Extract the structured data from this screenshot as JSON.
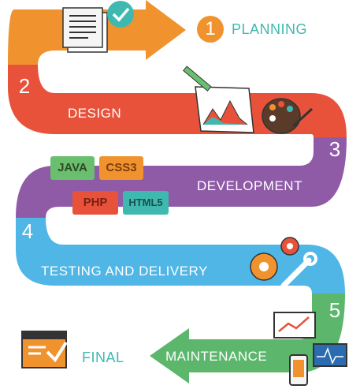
{
  "steps": [
    {
      "num": "1",
      "label": "PLANNING",
      "color": "#f0932f"
    },
    {
      "num": "2",
      "label": "DESIGN",
      "color": "#e8523a"
    },
    {
      "num": "3",
      "label": "DEVELOPMENT",
      "color": "#8f5aa6"
    },
    {
      "num": "4",
      "label": "TESTING AND DELIVERY",
      "color": "#4fb6e6"
    },
    {
      "num": "5",
      "label": "MAINTENANCE",
      "color": "#5cb66c"
    }
  ],
  "final": {
    "label": "FINAL"
  },
  "tags": [
    {
      "text": "JAVA",
      "bg": "#6abf6f",
      "fg": "#2f4a22"
    },
    {
      "text": "CSS3",
      "bg": "#f0932f",
      "fg": "#7a3e0e"
    },
    {
      "text": "PHP",
      "bg": "#e8523a",
      "fg": "#7a1e12"
    },
    {
      "text": "HTML5",
      "bg": "#3fb9b0",
      "fg": "#1c4f4a"
    }
  ],
  "icons": [
    "document-check-icon",
    "design-chart-icon",
    "palette-icon",
    "gears-icon",
    "wrench-icon",
    "devices-icon",
    "browser-check-icon"
  ]
}
